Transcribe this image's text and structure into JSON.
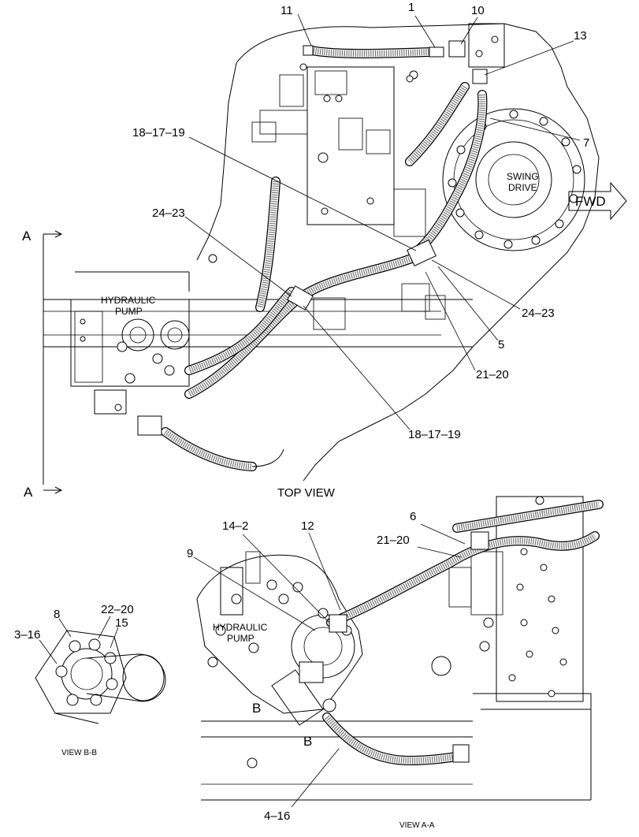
{
  "views": {
    "top_view": "TOP VIEW",
    "view_aa": "VIEW A-A",
    "view_bb": "VIEW B-B"
  },
  "section_marks": {
    "a_top": "A",
    "a_bottom": "A",
    "b_top": "B",
    "b_bottom": "B"
  },
  "components": {
    "hydraulic_pump_top": [
      "HYDRAULIC",
      "PUMP"
    ],
    "hydraulic_pump_bottom": [
      "HYDRAULIC",
      "PUMP"
    ],
    "swing_drive": [
      "SWING",
      "DRIVE"
    ],
    "fwd_arrow": "FWD"
  },
  "callouts_top": {
    "c11": "11",
    "c1": "1",
    "c10": "10",
    "c13": "13",
    "c7": "7",
    "c18a": "18–17–19",
    "c24a": "24–23",
    "c24b": "24–23",
    "c5": "5",
    "c21a": "21–20",
    "c18b": "18–17–19"
  },
  "callouts_bottom": {
    "c14": "14–2",
    "c12": "12",
    "c6": "6",
    "c21b": "21–20",
    "c9": "9",
    "c4": "4–16"
  },
  "callouts_bb": {
    "c8": "8",
    "c22": "22–20",
    "c15": "15",
    "c3": "3–16"
  }
}
